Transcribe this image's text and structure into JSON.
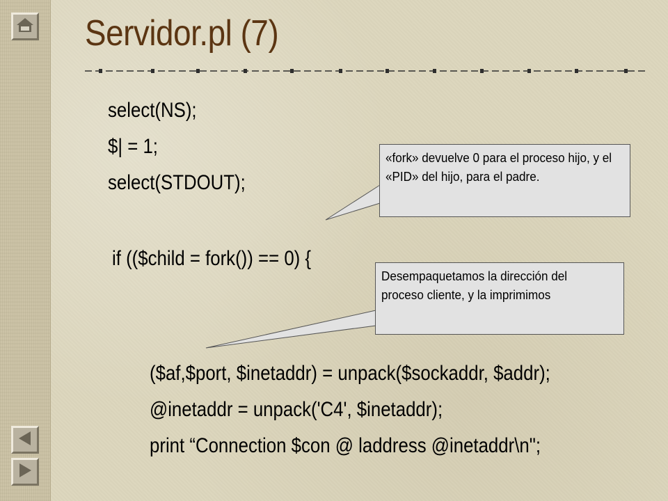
{
  "slide": {
    "title": "Servidor.pl (7)",
    "code_lines": [
      "select(NS);",
      "$| = 1;",
      "select(STDOUT);",
      "if (($child = fork()) == 0) {",
      "($af,$port, $inetaddr) = unpack($sockaddr, $addr);",
      "@inetaddr = unpack('C4', $inetaddr);",
      "print “Connection $con @ laddress @inetaddr\\n\";"
    ],
    "callouts": [
      "«fork» devuelve 0 para el proceso hijo, y el «PID» del hijo, para el padre.",
      "Desempaquetamos la dirección del proceso cliente, y la imprimimos"
    ]
  },
  "navigation": {
    "buttons": [
      {
        "name": "home-button",
        "icon": "home-icon"
      },
      {
        "name": "previous-button",
        "icon": "triangle-left-icon"
      },
      {
        "name": "next-button",
        "icon": "triangle-right-icon"
      }
    ]
  },
  "colors": {
    "background": "#dcd6bd",
    "title": "#5b3512",
    "callout_fill": "#e2e2e2"
  }
}
